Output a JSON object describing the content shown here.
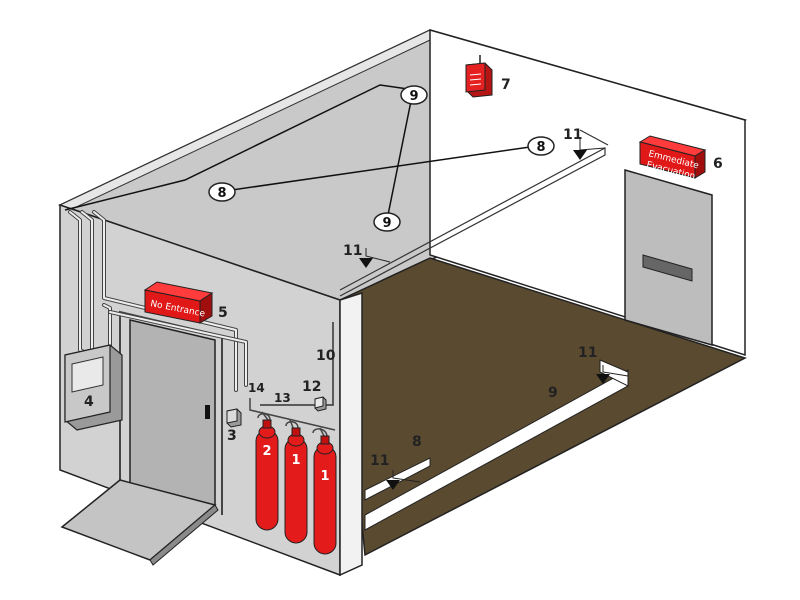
{
  "diagram": {
    "labels": {
      "cyl_left": "2",
      "cyl_mid": "1",
      "cyl_right": "1",
      "switch": "3",
      "panel": "4",
      "sign_no_entrance": "5",
      "sign_evacuation": "6",
      "bell": "7",
      "nozzle_ceiling_right": "8",
      "nozzle_ceiling_left": "8",
      "nozzle_floor": "8",
      "detector_top": "9",
      "detector_bottom": "9",
      "detector_floor": "9",
      "pipe_label": "10",
      "arrow_ceiling": "11",
      "arrow_wall": "11",
      "arrow_floor_right": "11",
      "arrow_floor_left": "11",
      "pressure_switch": "12",
      "manifold": "13",
      "hose": "14"
    },
    "signs": {
      "no_entrance": "No Entrance",
      "evacuation_line1": "Emmediate",
      "evacuation_line2": "Evacuation"
    }
  }
}
